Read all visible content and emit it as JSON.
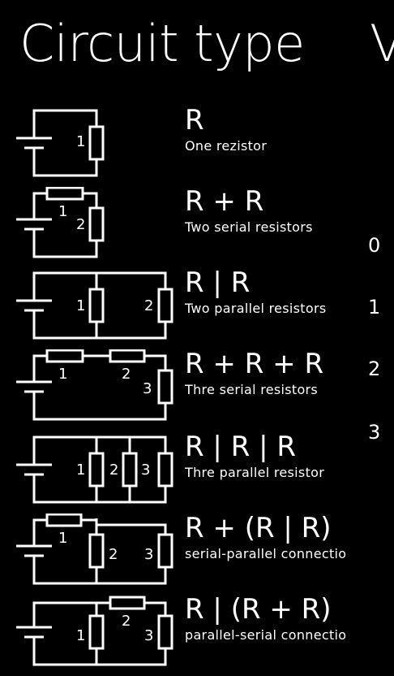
{
  "header": {
    "title": "Circuit type",
    "next_title_peek": "V"
  },
  "circuits": [
    {
      "formula": "R",
      "description": "One rezistor"
    },
    {
      "formula": "R + R",
      "description": "Two serial resistors"
    },
    {
      "formula": "R | R",
      "description": "Two parallel resistors"
    },
    {
      "formula": "R + R + R",
      "description": "Thre serial resistors"
    },
    {
      "formula": "R | R | R",
      "description": "Thre parallel resistor"
    },
    {
      "formula": "R + (R | R)",
      "description": "serial-parallel connectio"
    },
    {
      "formula": "R | (R + R)",
      "description": "parallel-serial connectio"
    }
  ],
  "side_list": [
    "0",
    "1",
    "2",
    "3"
  ],
  "resistor_labels": {
    "one": "1",
    "two": "2",
    "three": "3"
  }
}
